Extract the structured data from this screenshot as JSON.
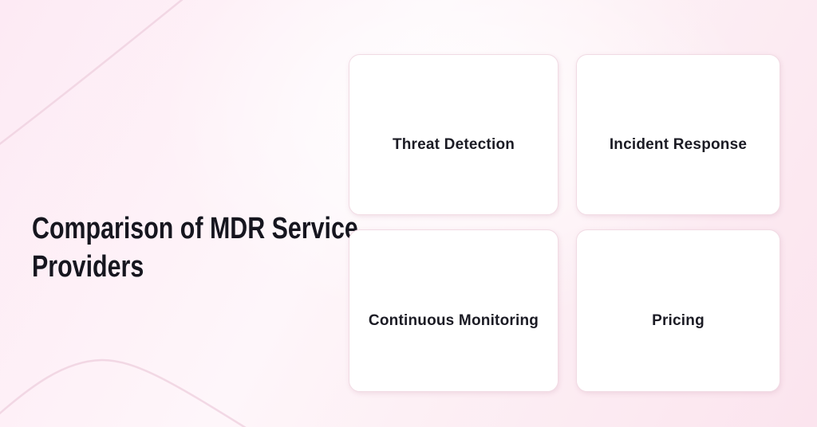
{
  "slide": {
    "title": "Comparison of MDR Service Providers",
    "cards": [
      {
        "label": "Threat Detection"
      },
      {
        "label": "Incident Response"
      },
      {
        "label": "Continuous Monitoring"
      },
      {
        "label": "Pricing"
      }
    ],
    "colors": {
      "background_pink": "#fbe4ee",
      "background_white": "#ffffff",
      "title_color": "#16161f",
      "card_label_color": "#1b1b24",
      "card_border": "#f1dbe4",
      "decorative_line": "#f0d2e0"
    }
  }
}
